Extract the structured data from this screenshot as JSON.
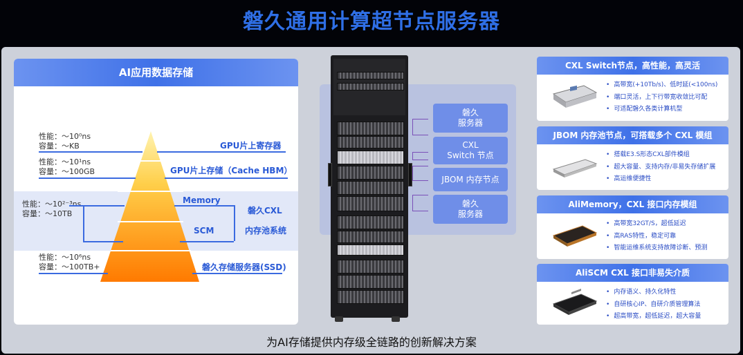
{
  "title": "磐久通用计算超节点服务器",
  "caption": "为AI存储提供内存级全链路的创新解决方案",
  "left_panel": {
    "header": "AI应用数据存储",
    "tiers": [
      {
        "perf": "性能：～10⁰ns",
        "cap": "容量：～KB",
        "name": "GPU片上寄存器"
      },
      {
        "perf": "性能：～10¹ns",
        "cap": "容量：～100GB",
        "name": "GPU片上存储（Cache HBM）"
      },
      {
        "perf": "性能：～10²⁻³ns",
        "cap": "容量：～10TB",
        "name": "Memory"
      },
      {
        "name": "SCM"
      },
      {
        "perf": "性能：～10⁶ns",
        "cap": "容量：～100TB+",
        "name": "磐久存储服务器(SSD)"
      }
    ],
    "cxl_label": "磐久CXL",
    "pool_label": "内存池系统",
    "colors": {
      "pyramid_top": "#fff3b0",
      "pyramid_mid": "#ffc43a",
      "pyramid_bottom": "#ff7a00",
      "line": "#3a6ae0"
    }
  },
  "rack_nodes": [
    "磐久\n服务器",
    "CXL\nSwitch 节点",
    "JBOM 内存节点",
    "磐久\n服务器"
  ],
  "cards": [
    {
      "title": "CXL Switch节点，高性能，高灵活",
      "icon": "server-chassis-image",
      "bullets": [
        "高带宽(+10Tb/s)、低时延(<100ns)",
        "端口灵活，上下行带宽收敛比可配",
        "可适配磐久各类计算机型"
      ]
    },
    {
      "title": "JBOM 内存池节点，可搭载多个 CXL 模组",
      "icon": "jbom-module-image",
      "bullets": [
        "搭载E3.S形态CXL部件模组",
        "超大容量、支持内存/非易失存储扩展",
        "高运维便捷性"
      ]
    },
    {
      "title": "AliMemory，CXL 接口内存模组",
      "icon": "memory-module-image",
      "bullets": [
        "高带宽32GT/S，超低延迟",
        "高RAS特性，稳定可靠",
        "智能运维系统支持故障诊断、预测"
      ]
    },
    {
      "title": "AliSCM CXL 接口非易失介质",
      "icon": "scm-module-image",
      "bullets": [
        "内存语义、持久化特性",
        "自研核心IP、自研介质管理算法",
        "超高带宽，超低延迟，超大容量"
      ]
    }
  ]
}
